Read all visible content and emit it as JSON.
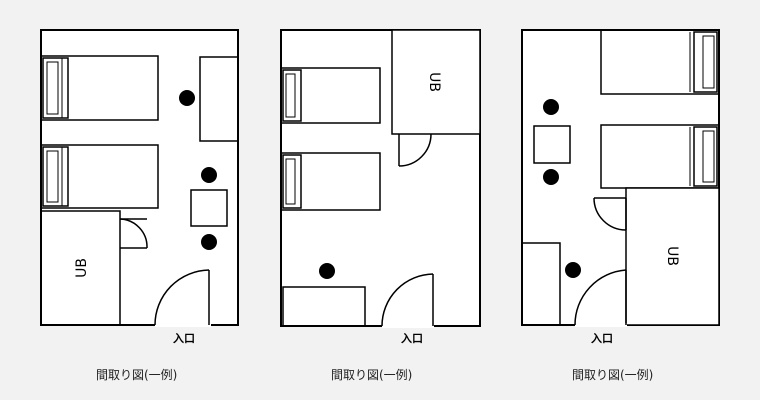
{
  "plans": [
    {
      "ub_label": "UB",
      "entrance_label": "入口",
      "caption": "間取り図(一例)"
    },
    {
      "ub_label": "UB",
      "entrance_label": "入口",
      "caption": "間取り図(一例)"
    },
    {
      "ub_label": "UB",
      "entrance_label": "入口",
      "caption": "間取り図(一例)"
    }
  ]
}
